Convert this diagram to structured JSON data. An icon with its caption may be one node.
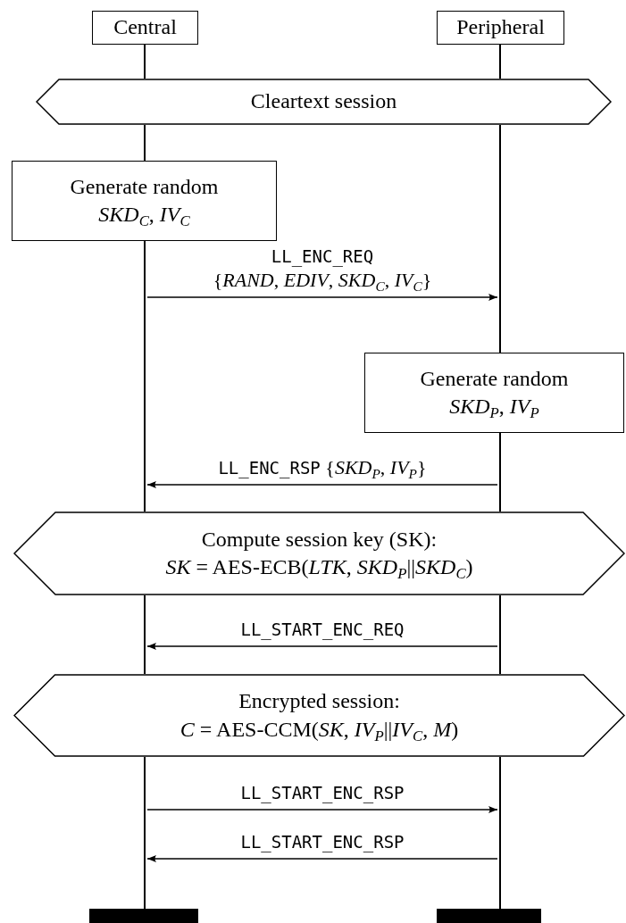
{
  "diagram": {
    "nodes": [
      {
        "text": [
          "Central"
        ]
      },
      {
        "text": [
          "Peripheral"
        ]
      },
      {
        "text": [
          "Cleartext session"
        ]
      },
      {
        "text": [
          "Generate random",
          "*SKD*$_{C}$, *IV*$_{C}$"
        ]
      },
      {
        "text": [
          "Generate random",
          "*SKD*$_{P}$, *IV*$_{P}$"
        ]
      },
      {
        "text": [
          "Compute session key (SK):",
          "*SK* = AES-ECB(*LTK*, *SKD*$_{P}$||*SKD*$_{C}$)"
        ]
      },
      {
        "text": [
          "Encrypted session:",
          "*C* = AES-CCM(*SK*, *IV*$_{P}$||*IV*$_{C}$, *M*)"
        ]
      },
      {
        "text": [],
        "shape": "bar"
      },
      {
        "text": [],
        "shape": "bar"
      },
      {
        "text": [],
        "shape": "line"
      },
      {
        "text": [],
        "shape": "line"
      },
      {
        "text": [],
        "shape": "line"
      },
      {
        "text": [],
        "shape": "line"
      },
      {
        "text": [],
        "shape": "line"
      },
      {
        "text": [],
        "shape": "line"
      },
      {
        "text": [],
        "shape": "line"
      },
      {
        "text": [],
        "shape": "line"
      },
      {
        "text": [],
        "shape": "line"
      },
      {
        "text": [],
        "shape": "line"
      }
    ],
    "edges": [
      {
        "from": 11,
        "to": 15,
        "arrow": "to",
        "label": "LL_ENC_REQ {*RAND*, *EDIV*, *SKD*$_{C}$, *IV*$_{C}$}"
      },
      {
        "from": 16,
        "to": 11,
        "arrow": "to",
        "label": "LL_ENC_RSP {*SKD*$_{P}$, *IV*$_{P}$}"
      },
      {
        "from": 17,
        "to": 12,
        "arrow": "to",
        "label": "LL_START_ENC_REQ"
      },
      {
        "from": 13,
        "to": 18,
        "arrow": "to",
        "label": "LL_START_ENC_RSP"
      },
      {
        "from": 18,
        "to": 13,
        "arrow": "to",
        "label": "LL_START_ENC_RSP"
      }
    ]
  }
}
